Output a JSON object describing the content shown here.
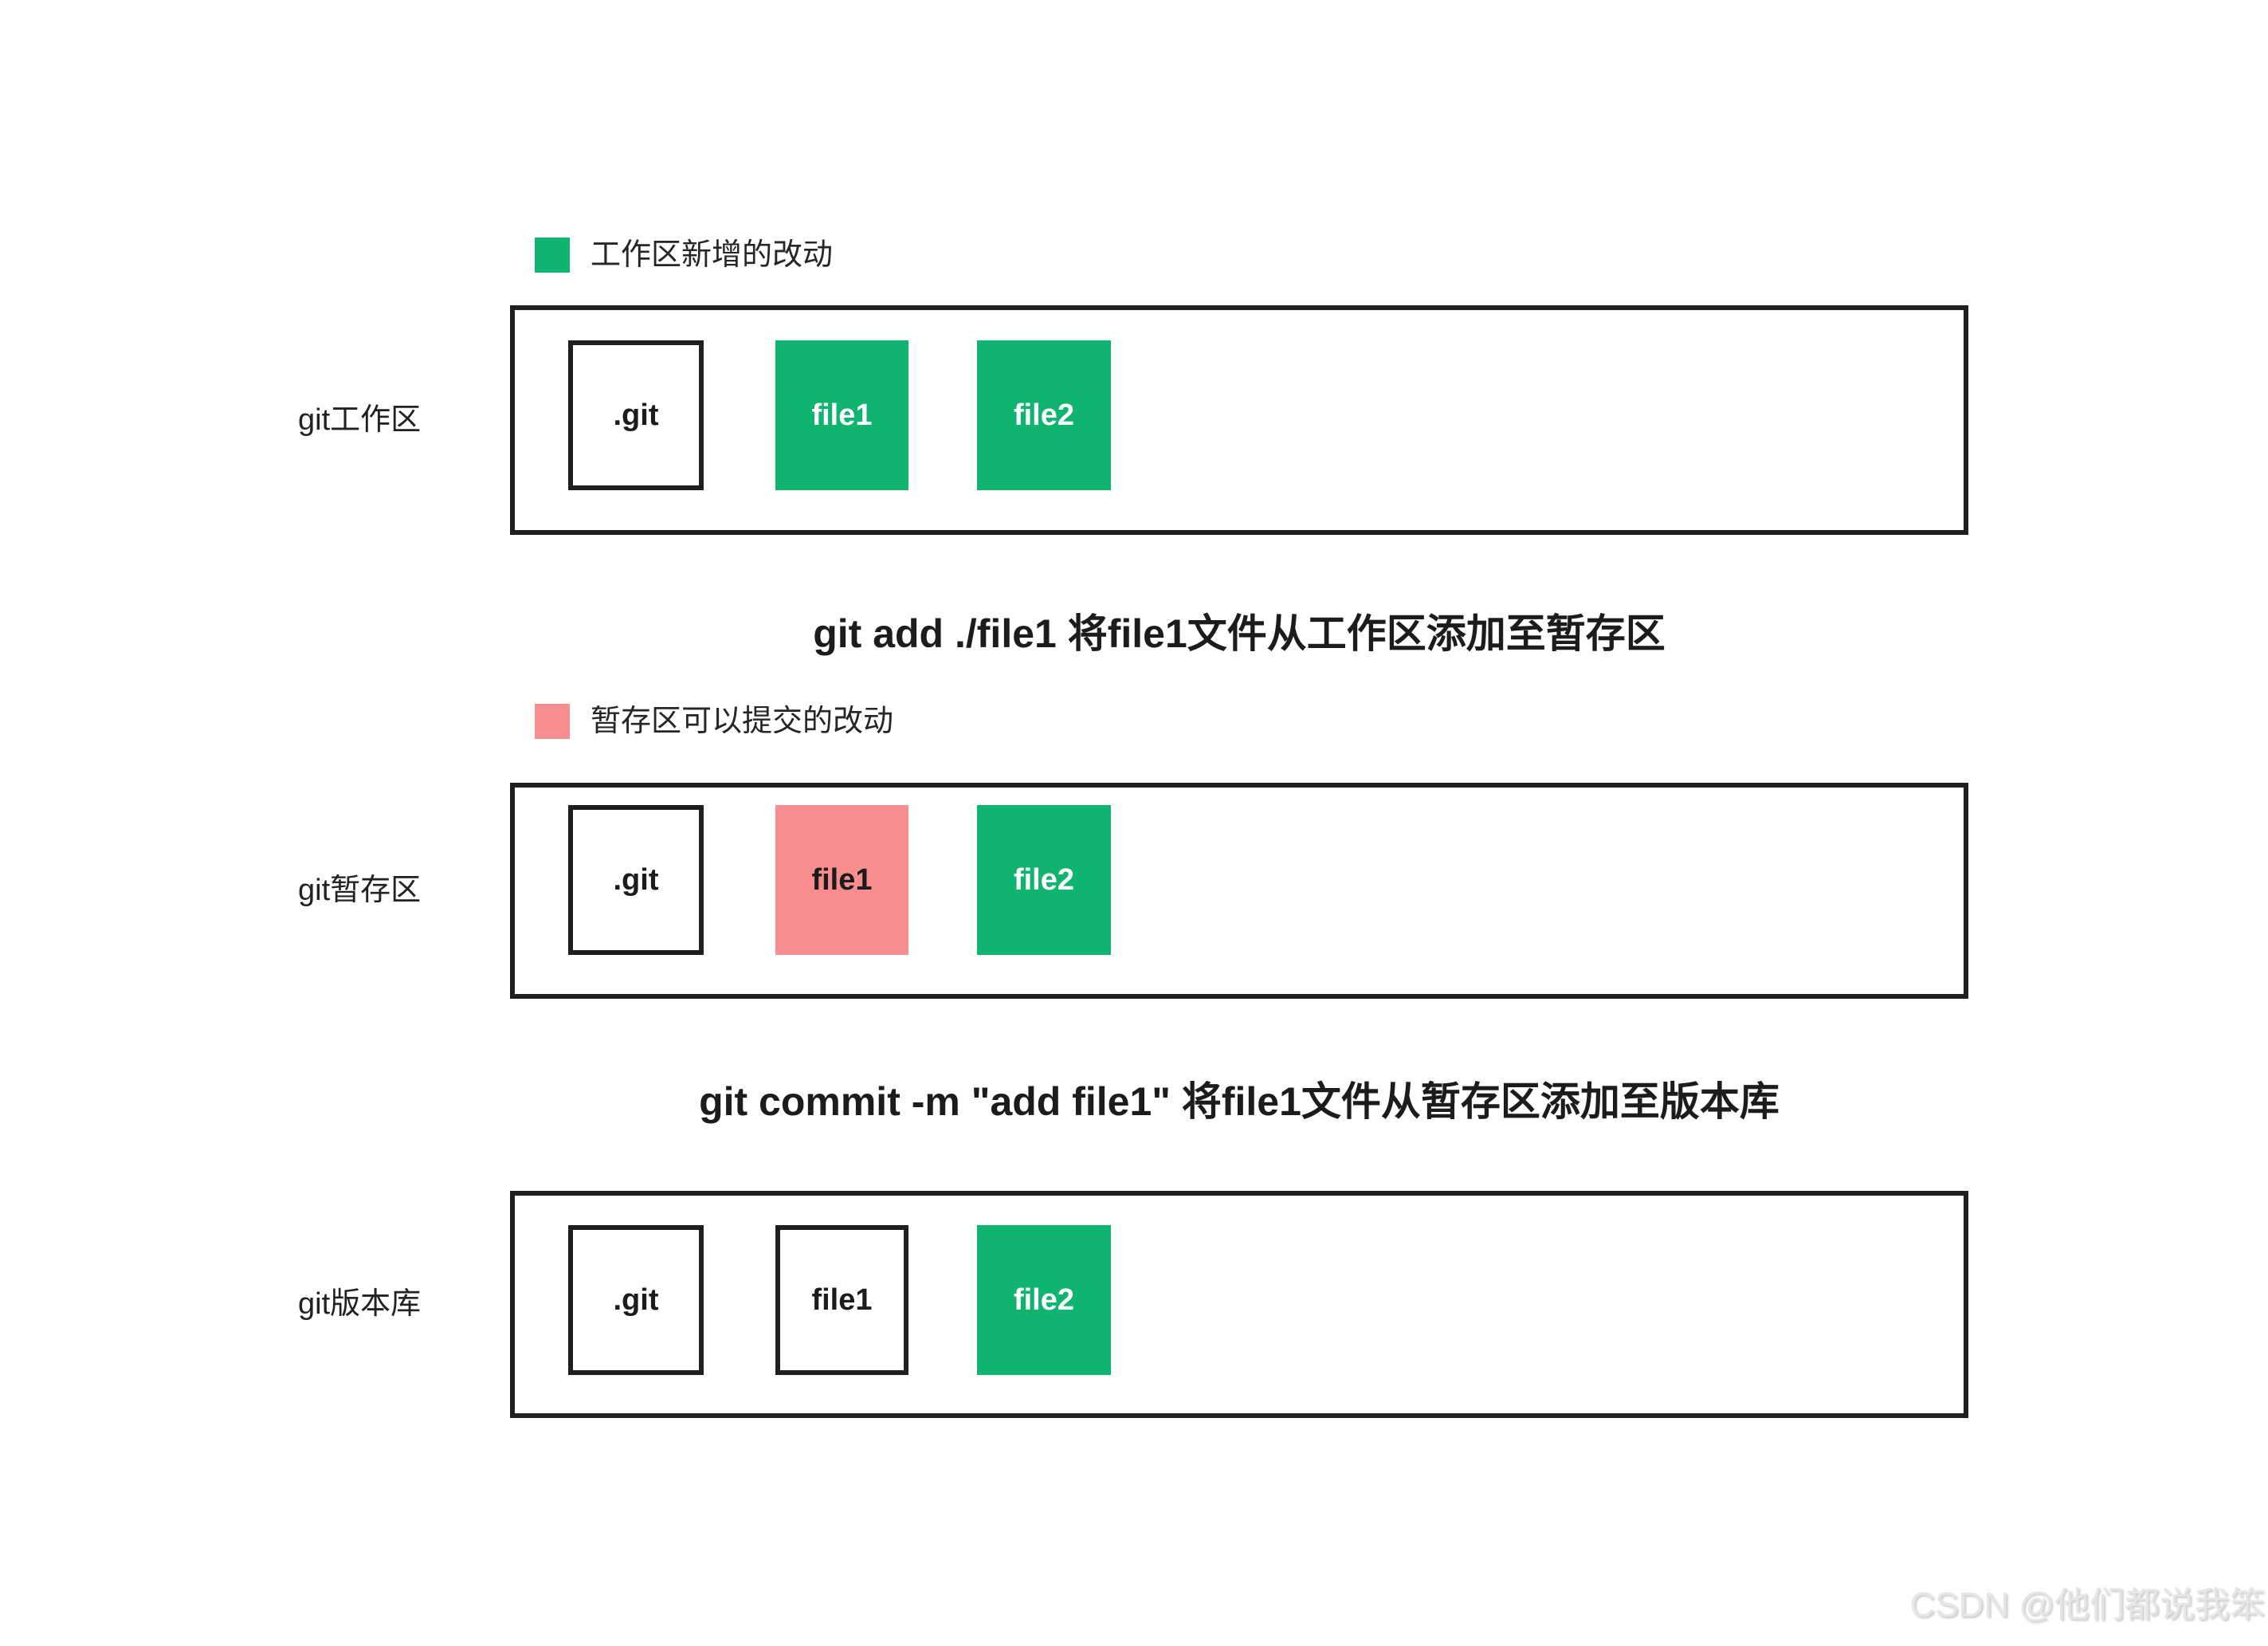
{
  "colors": {
    "green": "#0fb46f",
    "pink": "#fa8e8e",
    "ink": "#1f1f1f",
    "watermark": "#e6e6e6"
  },
  "legends": [
    {
      "swatch": "green",
      "label": "工作区新增的改动"
    },
    {
      "swatch": "pink",
      "label": "暂存区可以提交的改动"
    }
  ],
  "commands": [
    {
      "text": "git add ./file1 将file1文件从工作区添加至暂存区"
    },
    {
      "text": "git commit -m \"add file1\" 将file1文件从暂存区添加至版本库"
    }
  ],
  "rows": [
    {
      "label": "git工作区",
      "files": [
        {
          "name": ".git",
          "variant": "outline"
        },
        {
          "name": "file1",
          "variant": "green"
        },
        {
          "name": "file2",
          "variant": "green"
        }
      ]
    },
    {
      "label": "git暂存区",
      "files": [
        {
          "name": ".git",
          "variant": "outline"
        },
        {
          "name": "file1",
          "variant": "pink"
        },
        {
          "name": "file2",
          "variant": "green"
        }
      ]
    },
    {
      "label": "git版本库",
      "files": [
        {
          "name": ".git",
          "variant": "outline"
        },
        {
          "name": "file1",
          "variant": "outline"
        },
        {
          "name": "file2",
          "variant": "green"
        }
      ]
    }
  ],
  "watermark": "CSDN @他们都说我笨"
}
